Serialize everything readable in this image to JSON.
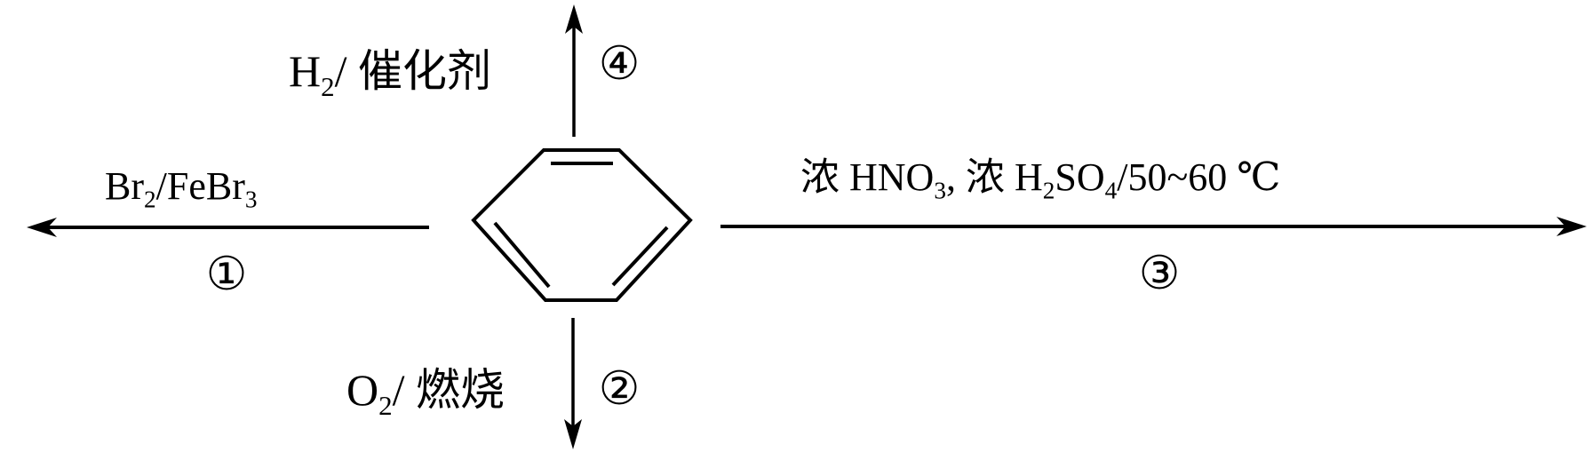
{
  "diagram": {
    "title": "Benzene reactions",
    "center_molecule": "benzene",
    "reactions": [
      {
        "number_label": "①",
        "direction": "left",
        "reagent_parts": [
          "Br",
          "2",
          "/FeBr",
          "3"
        ],
        "reagent_text": "Br2/FeBr3"
      },
      {
        "number_label": "②",
        "direction": "down",
        "reagent_parts": [
          "O",
          "2",
          "/ 燃烧"
        ],
        "reagent_text": "O2/ 燃烧"
      },
      {
        "number_label": "③",
        "direction": "right",
        "reagent_parts": [
          "浓 HNO",
          "3",
          ", 浓 H",
          "2",
          "SO",
          "4",
          "/50~60 ℃"
        ],
        "reagent_text": "浓 HNO3, 浓 H2SO4/50~60 ℃"
      },
      {
        "number_label": "④",
        "direction": "up",
        "reagent_parts": [
          "H",
          "2",
          "/ 催化剂"
        ],
        "reagent_text": "H2/ 催化剂"
      }
    ],
    "line_color": "#000000",
    "background": "#ffffff"
  }
}
